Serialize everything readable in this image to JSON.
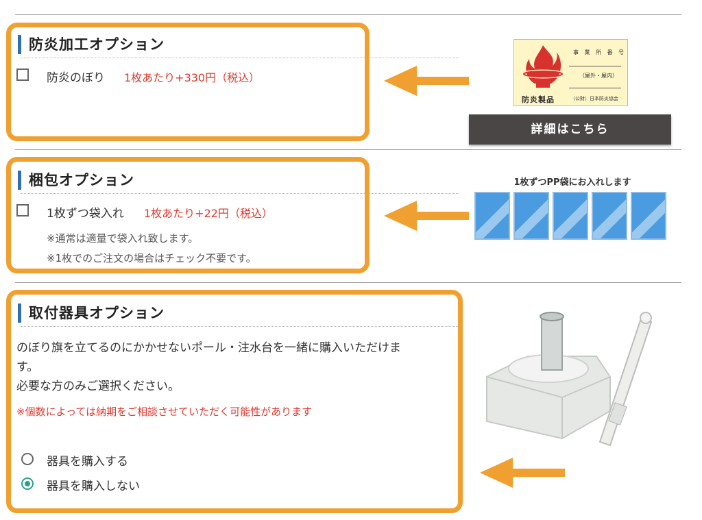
{
  "fireproof": {
    "title": "防炎加工オプション",
    "option_label": "防炎のぼり",
    "price": "1枚あたり+330円（税込）",
    "checked": false,
    "label_image": {
      "line1": "事 業 所 番 号",
      "line2": "（屋外・屋内）",
      "product": "防炎製品",
      "association": "（公財）日本防炎協会"
    },
    "detail_button": "詳細はこちら"
  },
  "packing": {
    "title": "梱包オプション",
    "option_label": "1枚ずつ袋入れ",
    "price": "1枚あたり+22円（税込）",
    "checked": false,
    "notes": [
      "※通常は適量で袋入れ致します。",
      "※1枚でのご注文の場合はチェック不要です。"
    ],
    "image_caption": "1枚ずつPP袋にお入れします"
  },
  "fixture": {
    "title": "取付器具オプション",
    "description_lines": [
      "のぼり旗を立てるのにかかせないポール・注水台を一緒に購入いただけま",
      "す。",
      "必要な方のみご選択ください。"
    ],
    "warning": "※個数によっては納期をご相談させていただく可能性があります",
    "options": [
      {
        "label": "器具を購入する",
        "selected": false
      },
      {
        "label": "器具を購入しない",
        "selected": true
      }
    ]
  },
  "colors": {
    "accent_orange": "#f0a030",
    "heading_bar": "#2f6fb5",
    "price_red": "#e03a2f",
    "radio_teal": "#2aa08c",
    "button_dark": "#4a4646",
    "bag_blue": "#4a9be0"
  },
  "icons": {
    "arrow": "left-arrow-icon",
    "fire_label": "fire-label-icon"
  }
}
